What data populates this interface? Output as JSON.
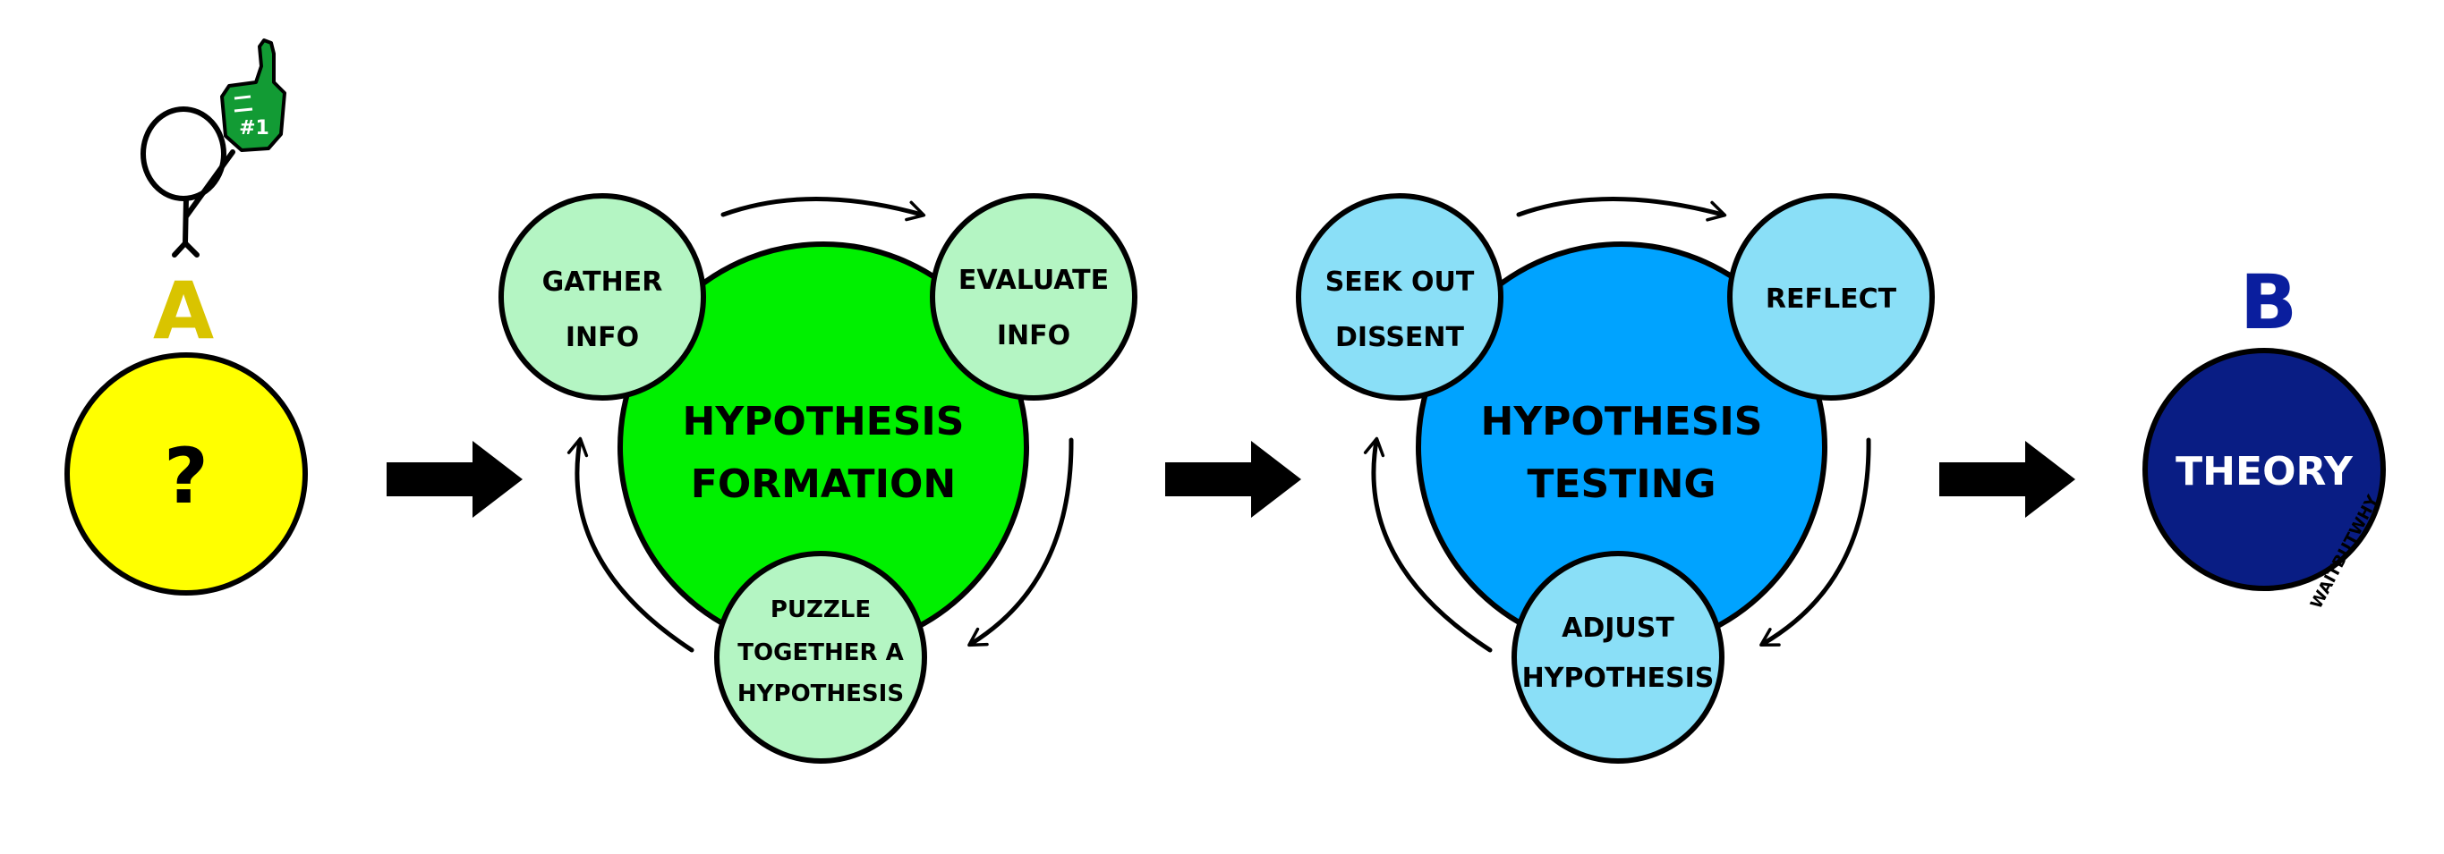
{
  "start": {
    "letter": "A",
    "symbol": "?",
    "foam_finger_text": "#1"
  },
  "formation": {
    "title_line1": "HYPOTHESIS",
    "title_line2": "FORMATION",
    "step1_line1": "GATHER",
    "step1_line2": "INFO",
    "step2_line1": "EVALUATE",
    "step2_line2": "INFO",
    "step3_line1": "PUZZLE",
    "step3_line2": "TOGETHER A",
    "step3_line3": "HYPOTHESIS"
  },
  "testing": {
    "title_line1": "HYPOTHESIS",
    "title_line2": "TESTING",
    "step1_line1": "SEEK OUT",
    "step1_line2": "DISSENT",
    "step2_line1": "REFLECT",
    "step3_line1": "ADJUST",
    "step3_line2": "HYPOTHESIS"
  },
  "end": {
    "letter": "B",
    "label": "THEORY"
  },
  "watermark": "WAITBUTWHY",
  "colors": {
    "yellow": "#FFFF00",
    "letter_a": "#D9C400",
    "formation_main": "#00F000",
    "formation_small": "#B4F5C3",
    "testing_main": "#00A3FF",
    "testing_small": "#8ADFF7",
    "theory": "#091D84",
    "letter_b": "#0A1E9E",
    "foam_finger": "#129B34",
    "outline": "#000000"
  }
}
